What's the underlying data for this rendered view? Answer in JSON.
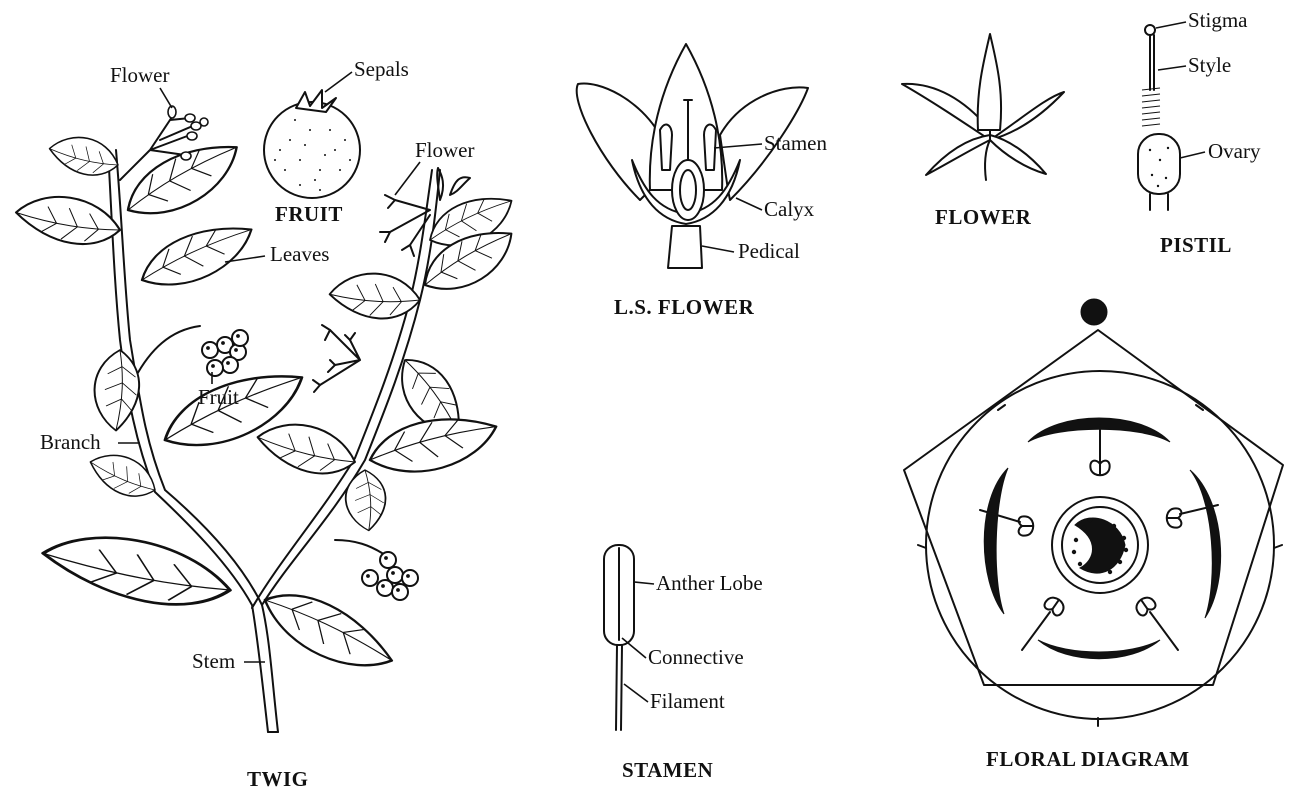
{
  "twig": {
    "caption": "TWIG",
    "labels": {
      "flower": "Flower",
      "leaves": "Leaves",
      "fruit": "Fruit",
      "branch": "Branch",
      "stem": "Stem",
      "flower_right": "Flower"
    }
  },
  "fruit": {
    "caption": "FRUIT",
    "labels": {
      "sepals": "Sepals"
    }
  },
  "ls_flower": {
    "caption": "L.S. FLOWER",
    "labels": {
      "stamen": "Stamen",
      "calyx": "Calyx",
      "pedical": "Pedical"
    }
  },
  "flower": {
    "caption": "FLOWER"
  },
  "pistil": {
    "caption": "PISTIL",
    "labels": {
      "stigma": "Stigma",
      "style": "Style",
      "ovary": "Ovary"
    }
  },
  "stamen": {
    "caption": "STAMEN",
    "labels": {
      "anther_lobe": "Anther Lobe",
      "connective": "Connective",
      "filament": "Filament"
    }
  },
  "floral_diagram": {
    "caption": "FLORAL DIAGRAM"
  }
}
